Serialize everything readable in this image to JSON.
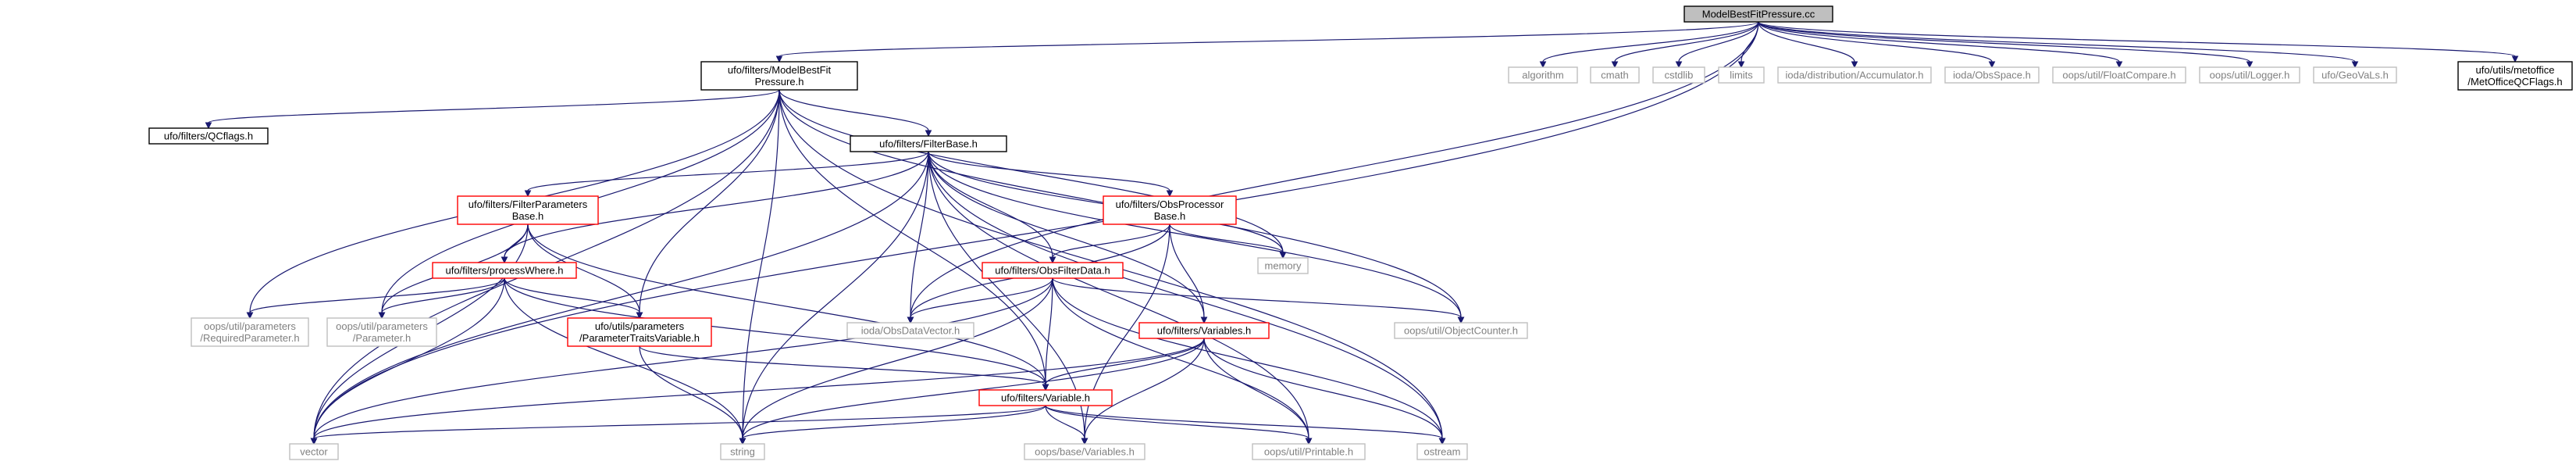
{
  "colors": {
    "edge": "#191970",
    "focus_fill": "#bfbfbf",
    "doc_border": "#000000",
    "red_border": "#ff0000",
    "ext_border": "#bfbfbf",
    "doc_text": "#000000",
    "ext_text": "#808080"
  },
  "nodes": [
    {
      "id": "root",
      "lines": [
        "ModelBestFitPressure.cc"
      ],
      "kind": "focus"
    },
    {
      "id": "mbfp_h",
      "lines": [
        "ufo/filters/ModelBestFit",
        "Pressure.h"
      ],
      "kind": "doc"
    },
    {
      "id": "qcflags",
      "lines": [
        "ufo/filters/QCflags.h"
      ],
      "kind": "doc"
    },
    {
      "id": "filterbase",
      "lines": [
        "ufo/filters/FilterBase.h"
      ],
      "kind": "doc"
    },
    {
      "id": "algorithm",
      "lines": [
        "algorithm"
      ],
      "kind": "ext"
    },
    {
      "id": "cmath",
      "lines": [
        "cmath"
      ],
      "kind": "ext"
    },
    {
      "id": "cstdlib",
      "lines": [
        "cstdlib"
      ],
      "kind": "ext"
    },
    {
      "id": "limits",
      "lines": [
        "limits"
      ],
      "kind": "ext"
    },
    {
      "id": "accumulator",
      "lines": [
        "ioda/distribution/Accumulator.h"
      ],
      "kind": "ext"
    },
    {
      "id": "obsspace",
      "lines": [
        "ioda/ObsSpace.h"
      ],
      "kind": "ext"
    },
    {
      "id": "floatcompare",
      "lines": [
        "oops/util/FloatCompare.h"
      ],
      "kind": "ext"
    },
    {
      "id": "logger",
      "lines": [
        "oops/util/Logger.h"
      ],
      "kind": "ext"
    },
    {
      "id": "geovals",
      "lines": [
        "ufo/GeoVaLs.h"
      ],
      "kind": "ext"
    },
    {
      "id": "metoffice",
      "lines": [
        "ufo/utils/metoffice",
        "/MetOfficeQCFlags.h"
      ],
      "kind": "doc"
    },
    {
      "id": "fpbase",
      "lines": [
        "ufo/filters/FilterParameters",
        "Base.h"
      ],
      "kind": "red"
    },
    {
      "id": "obsproc",
      "lines": [
        "ufo/filters/ObsProcessor",
        "Base.h"
      ],
      "kind": "red"
    },
    {
      "id": "procwhere",
      "lines": [
        "ufo/filters/processWhere.h"
      ],
      "kind": "red"
    },
    {
      "id": "obsfilterdata",
      "lines": [
        "ufo/filters/ObsFilterData.h"
      ],
      "kind": "red"
    },
    {
      "id": "memory",
      "lines": [
        "memory"
      ],
      "kind": "ext"
    },
    {
      "id": "reqparam",
      "lines": [
        "oops/util/parameters",
        "/RequiredParameter.h"
      ],
      "kind": "ext"
    },
    {
      "id": "param",
      "lines": [
        "oops/util/parameters",
        "/Parameter.h"
      ],
      "kind": "ext"
    },
    {
      "id": "ptv",
      "lines": [
        "ufo/utils/parameters",
        "/ParameterTraitsVariable.h"
      ],
      "kind": "red"
    },
    {
      "id": "obsdatavector",
      "lines": [
        "ioda/ObsDataVector.h"
      ],
      "kind": "ext"
    },
    {
      "id": "variables",
      "lines": [
        "ufo/filters/Variables.h"
      ],
      "kind": "red"
    },
    {
      "id": "objectcounter",
      "lines": [
        "oops/util/ObjectCounter.h"
      ],
      "kind": "ext"
    },
    {
      "id": "variable",
      "lines": [
        "ufo/filters/Variable.h"
      ],
      "kind": "red"
    },
    {
      "id": "vector",
      "lines": [
        "vector"
      ],
      "kind": "ext"
    },
    {
      "id": "string",
      "lines": [
        "string"
      ],
      "kind": "ext"
    },
    {
      "id": "oopsvariables",
      "lines": [
        "oops/base/Variables.h"
      ],
      "kind": "ext"
    },
    {
      "id": "printable",
      "lines": [
        "oops/util/Printable.h"
      ],
      "kind": "ext"
    },
    {
      "id": "ostream",
      "lines": [
        "ostream"
      ],
      "kind": "ext"
    }
  ],
  "edges": [
    [
      "root",
      "mbfp_h"
    ],
    [
      "root",
      "algorithm"
    ],
    [
      "root",
      "cmath"
    ],
    [
      "root",
      "cstdlib"
    ],
    [
      "root",
      "limits"
    ],
    [
      "root",
      "accumulator"
    ],
    [
      "root",
      "obsspace"
    ],
    [
      "root",
      "floatcompare"
    ],
    [
      "root",
      "logger"
    ],
    [
      "root",
      "geovals"
    ],
    [
      "root",
      "metoffice"
    ],
    [
      "root",
      "obsdatavector"
    ],
    [
      "root",
      "vector"
    ],
    [
      "mbfp_h",
      "qcflags"
    ],
    [
      "mbfp_h",
      "filterbase"
    ],
    [
      "mbfp_h",
      "reqparam"
    ],
    [
      "mbfp_h",
      "param"
    ],
    [
      "mbfp_h",
      "ptv"
    ],
    [
      "mbfp_h",
      "memory"
    ],
    [
      "mbfp_h",
      "variable"
    ],
    [
      "mbfp_h",
      "objectcounter"
    ],
    [
      "mbfp_h",
      "ostream"
    ],
    [
      "mbfp_h",
      "vector"
    ],
    [
      "mbfp_h",
      "string"
    ],
    [
      "filterbase",
      "fpbase"
    ],
    [
      "filterbase",
      "obsproc"
    ],
    [
      "filterbase",
      "procwhere"
    ],
    [
      "filterbase",
      "obsfilterdata"
    ],
    [
      "filterbase",
      "memory"
    ],
    [
      "filterbase",
      "obsdatavector"
    ],
    [
      "filterbase",
      "variables"
    ],
    [
      "filterbase",
      "objectcounter"
    ],
    [
      "filterbase",
      "printable"
    ],
    [
      "filterbase",
      "ostream"
    ],
    [
      "filterbase",
      "string"
    ],
    [
      "filterbase",
      "vector"
    ],
    [
      "filterbase",
      "oopsvariables"
    ],
    [
      "fpbase",
      "procwhere"
    ],
    [
      "fpbase",
      "param"
    ],
    [
      "fpbase",
      "ptv"
    ],
    [
      "fpbase",
      "variable"
    ],
    [
      "fpbase",
      "vector"
    ],
    [
      "obsproc",
      "obsfilterdata"
    ],
    [
      "obsproc",
      "memory"
    ],
    [
      "obsproc",
      "obsdatavector"
    ],
    [
      "obsproc",
      "variables"
    ],
    [
      "obsproc",
      "oopsvariables"
    ],
    [
      "procwhere",
      "reqparam"
    ],
    [
      "procwhere",
      "param"
    ],
    [
      "procwhere",
      "ptv"
    ],
    [
      "procwhere",
      "variable"
    ],
    [
      "procwhere",
      "vector"
    ],
    [
      "procwhere",
      "string"
    ],
    [
      "obsfilterdata",
      "obsdatavector"
    ],
    [
      "obsfilterdata",
      "objectcounter"
    ],
    [
      "obsfilterdata",
      "variable"
    ],
    [
      "obsfilterdata",
      "vector"
    ],
    [
      "obsfilterdata",
      "string"
    ],
    [
      "obsfilterdata",
      "printable"
    ],
    [
      "obsfilterdata",
      "ostream"
    ],
    [
      "ptv",
      "variable"
    ],
    [
      "ptv",
      "string"
    ],
    [
      "variables",
      "variable"
    ],
    [
      "variables",
      "vector"
    ],
    [
      "variables",
      "string"
    ],
    [
      "variables",
      "oopsvariables"
    ],
    [
      "variables",
      "printable"
    ],
    [
      "variables",
      "ostream"
    ],
    [
      "variable",
      "vector"
    ],
    [
      "variable",
      "string"
    ],
    [
      "variable",
      "oopsvariables"
    ],
    [
      "variable",
      "printable"
    ],
    [
      "variable",
      "ostream"
    ]
  ]
}
